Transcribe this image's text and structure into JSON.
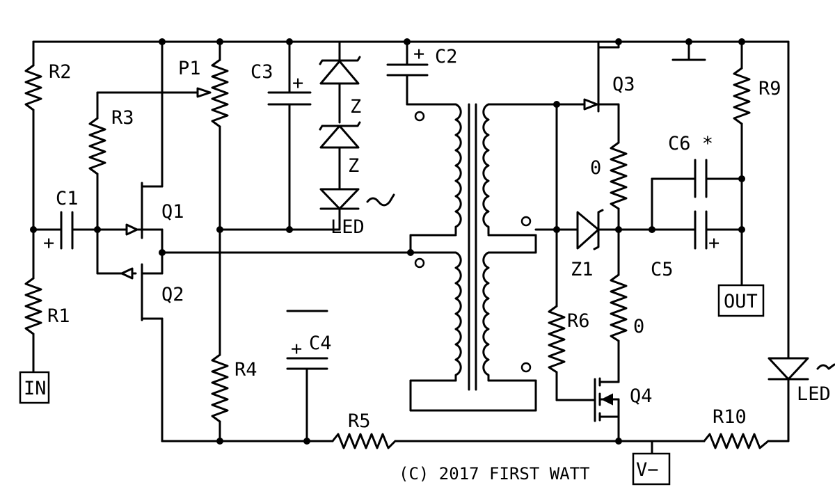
{
  "components": {
    "R1": "R1",
    "R2": "R2",
    "R3": "R3",
    "R4": "R4",
    "R5": "R5",
    "R6": "R6",
    "R9": "R9",
    "R10": "R10",
    "P1": "P1",
    "C1": "C1",
    "C2": "C2",
    "C3": "C3",
    "C4": "C4",
    "C5": "C5",
    "C6": "C6 *",
    "Q1": "Q1",
    "Q2": "Q2",
    "Q3": "Q3",
    "Q4": "Q4",
    "Z_upper": "Z",
    "Z_lower": "Z",
    "Z1": "Z1",
    "LED_left": "LED",
    "LED_right": "LED",
    "R_zero_upper": "0",
    "R_zero_lower": "0"
  },
  "polarity": {
    "plus": "+"
  },
  "terminals": {
    "in": "IN",
    "out": "OUT",
    "vminus": "V−"
  },
  "copyright": "(C) 2017 FIRST WATT"
}
